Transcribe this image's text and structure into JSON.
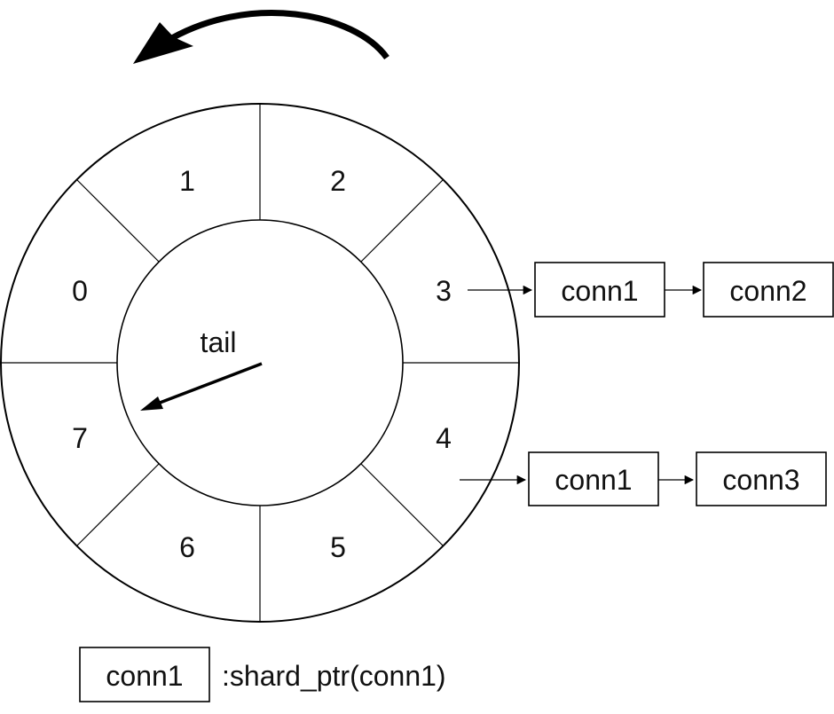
{
  "wheel": {
    "slots": [
      "0",
      "1",
      "2",
      "3",
      "4",
      "5",
      "6",
      "7"
    ],
    "pointer_label": "tail",
    "rotation_direction": "counter-clockwise"
  },
  "chains": {
    "slot3": [
      "conn1",
      "conn2"
    ],
    "slot4": [
      "conn1",
      "conn3"
    ]
  },
  "legend": {
    "box_label": "conn1",
    "text": ":shard_ptr(conn1)"
  }
}
